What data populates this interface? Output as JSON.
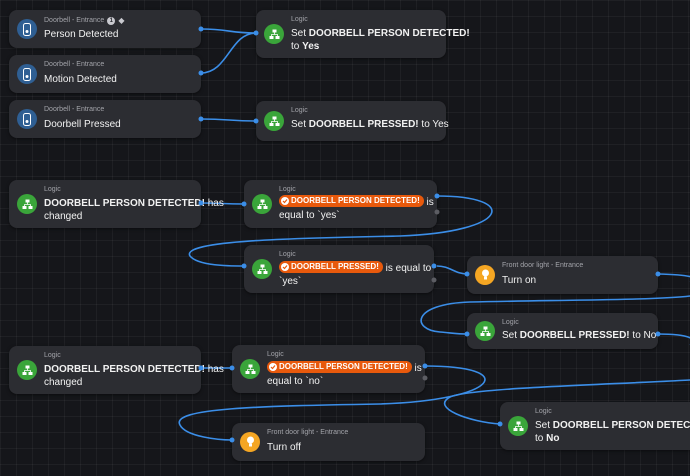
{
  "nodes": {
    "n1": {
      "sub": "Doorbell - Entrance",
      "badge": "1",
      "main": "Person Detected"
    },
    "n2": {
      "sub": "Doorbell - Entrance",
      "main": "Motion Detected"
    },
    "n3": {
      "sub": "Doorbell - Entrance",
      "main": "Doorbell Pressed"
    },
    "n4": {
      "sub": "Logic",
      "pre": "Set ",
      "bold": "DOORBELL PERSON DETECTED!",
      "line2_pre": "to ",
      "line2_bold": "Yes"
    },
    "n5": {
      "sub": "Logic",
      "pre": "Set ",
      "bold": "DOORBELL PRESSED!",
      "post": " to Yes"
    },
    "n6": {
      "sub": "Logic",
      "bold": "DOORBELL PERSON DETECTED!",
      "post": " has",
      "line2": "changed"
    },
    "n7": {
      "sub": "Logic",
      "tag": "DOORBELL PERSON DETECTED!",
      "post": " is",
      "line2": "equal to `yes`"
    },
    "n8": {
      "sub": "Logic",
      "tag": "DOORBELL PRESSED!",
      "post": " is equal to",
      "line2": "`yes`"
    },
    "n9": {
      "sub": "Front door light - Entrance",
      "main": "Turn on"
    },
    "n10": {
      "sub": "Logic",
      "pre": "Set ",
      "bold": "DOORBELL PRESSED!",
      "post": " to No"
    },
    "n11": {
      "sub": "Logic",
      "bold": "DOORBELL PERSON DETECTED!",
      "post": " has",
      "line2": "changed"
    },
    "n12": {
      "sub": "Logic",
      "tag": "DOORBELL PERSON DETECTED!",
      "post": " is",
      "line2": "equal to `no`"
    },
    "n13": {
      "sub": "Logic",
      "pre": "Set ",
      "bold": "DOORBELL PERSON DETECTED!",
      "line2_pre": "to ",
      "line2_bold": "No"
    },
    "n14": {
      "sub": "Front door light - Entrance",
      "main": "Turn off"
    }
  },
  "colors": {
    "wire": "#3b8ee8",
    "logic": "#3aa53a",
    "device": "#2f5f93",
    "light": "#f5a623",
    "tag": "#e8590c"
  }
}
